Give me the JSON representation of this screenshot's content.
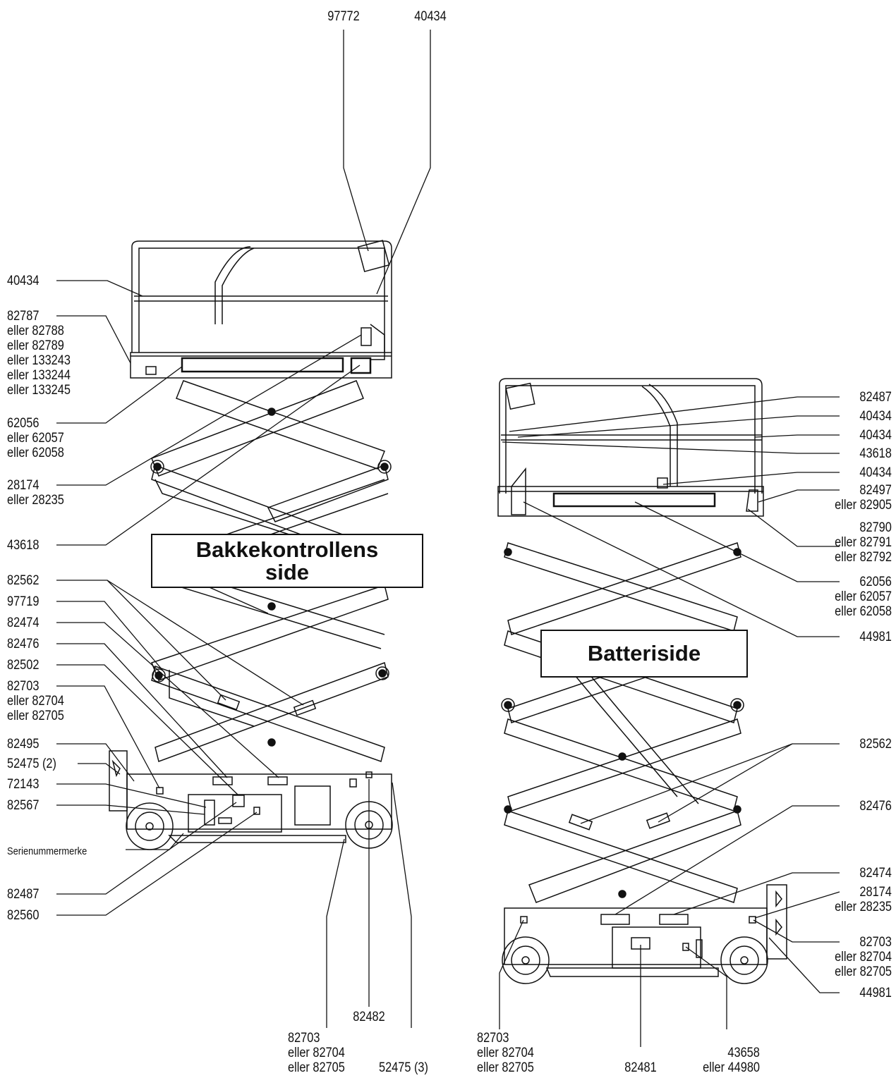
{
  "left_side": {
    "title_line1": "Bakkekontrollens",
    "title_line2": "side",
    "callouts": {
      "c97772": "97772",
      "c40434_top": "40434",
      "c40434": "40434",
      "c82787": "82787",
      "c82788": "eller 82788",
      "c82789": "eller 82789",
      "c133243": "eller 133243",
      "c133244": "eller 133244",
      "c133245": "eller 133245",
      "c62056": "62056",
      "c62057": "eller 62057",
      "c62058": "eller 62058",
      "c28174": "28174",
      "c28235": "eller 28235",
      "c43618": "43618",
      "c82562": "82562",
      "c97719": "97719",
      "c82474": "82474",
      "c82476": "82476",
      "c82502": "82502",
      "c82703": "82703",
      "c82704": "eller 82704",
      "c82705": "eller 82705",
      "c82495": "82495",
      "c52475_2": "52475 (2)",
      "c72143": "72143",
      "c82567": "82567",
      "c serienummer": "Serienummermerke",
      "c82487": "82487",
      "c82560": "82560",
      "b82703": "82703",
      "b82704": "eller 82704",
      "b82705": "eller 82705",
      "b82482": "82482",
      "b52475_3": "52475 (3)"
    }
  },
  "right_side": {
    "title": "Batteriside",
    "callouts": {
      "r82487": "82487",
      "r40434a": "40434",
      "r40434b": "40434",
      "r43618": "43618",
      "r40434c": "40434",
      "r82497": "82497",
      "r82905": "eller 82905",
      "r82790": "82790",
      "r82791": "eller 82791",
      "r82792": "eller 82792",
      "r62056": "62056",
      "r62057": "eller 62057",
      "r62058": "eller 62058",
      "r44981": "44981",
      "r82562": "82562",
      "r82476": "82476",
      "r82474": "82474",
      "r28174": "28174",
      "r28235": "eller 28235",
      "r82703": "82703",
      "r82704": "eller 82704",
      "r82705": "eller 82705",
      "r44981b": "44981",
      "b82703": "82703",
      "b82704": "eller 82704",
      "b82705": "eller 82705",
      "b82481": "82481",
      "b43658": "43658",
      "b44980": "eller 44980"
    }
  }
}
